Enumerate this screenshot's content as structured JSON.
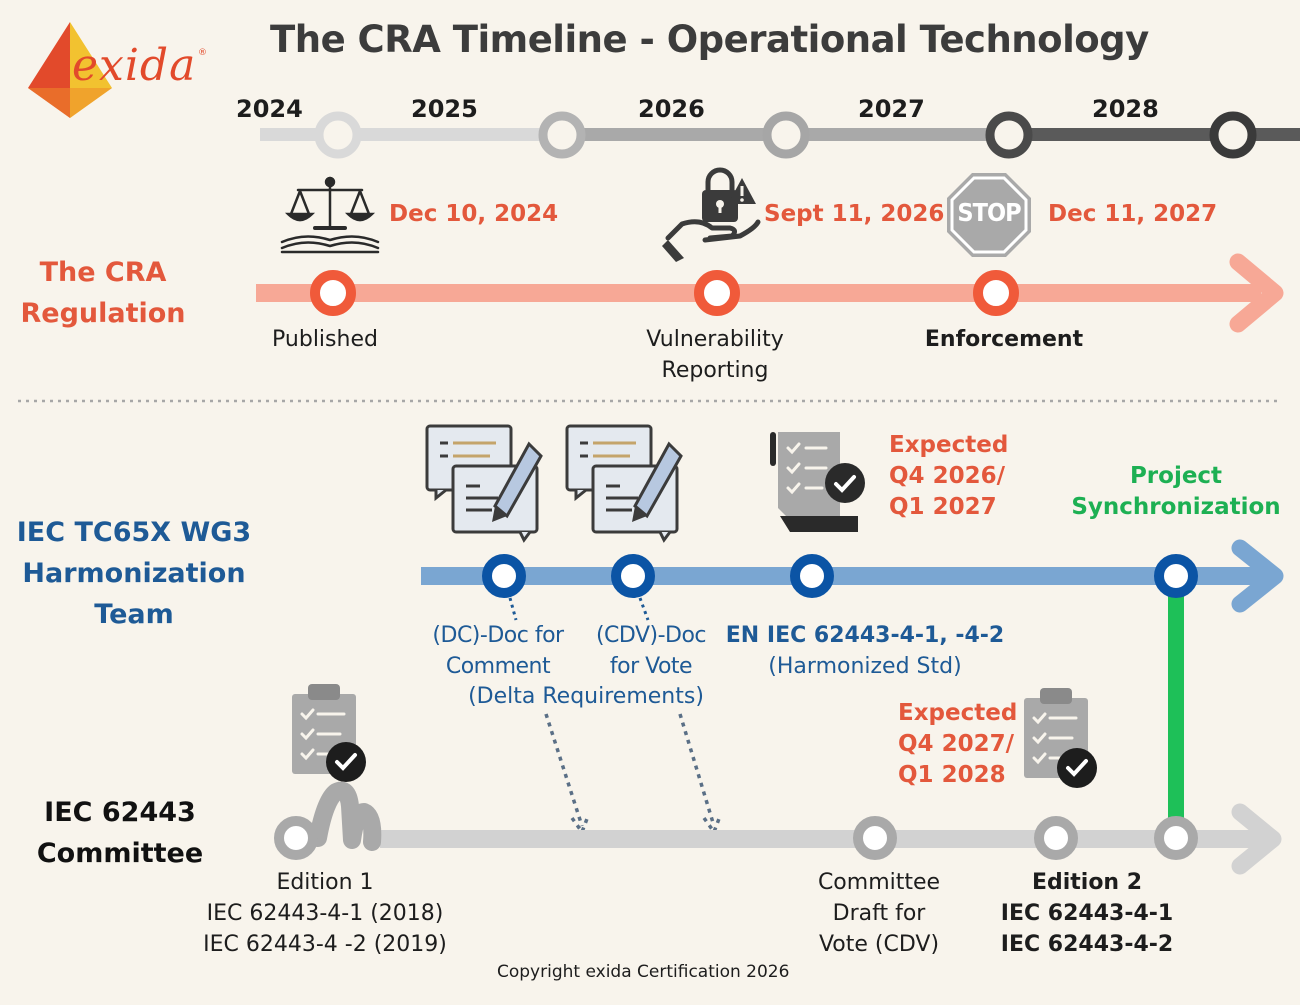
{
  "title": "The CRA Timeline - Operational Technology",
  "logo_text": "exida",
  "years": [
    "2024",
    "2025",
    "2026",
    "2027",
    "2028"
  ],
  "cra": {
    "section_line1": "The CRA",
    "section_line2": "Regulation",
    "milestones": [
      {
        "date": "Dec 10, 2024",
        "label_line1": "Published",
        "label_line2": ""
      },
      {
        "date": "Sept 11, 2026",
        "label_line1": "Vulnerability",
        "label_line2": "Reporting"
      },
      {
        "date": "Dec 11, 2027",
        "label_line1": "Enforcement",
        "label_line2": ""
      }
    ],
    "stop_sign_text": "STOP"
  },
  "iec_tc65x": {
    "section_line1": "IEC TC65X WG3",
    "section_line2": "Harmonization",
    "section_line3": "Team",
    "dc_line1": "(DC)-Doc for",
    "dc_line2": "Comment",
    "cdv_line1": "(CDV)-Doc",
    "cdv_line2": "for Vote",
    "delta": "(Delta Requirements)",
    "en_line1": "EN IEC 62443-4-1, -4-2",
    "en_line2": "(Harmonized Std)",
    "expected_line1": "Expected",
    "expected_line2": "Q4 2026/",
    "expected_line3": "Q1 2027",
    "sync_line1": "Project",
    "sync_line2": "Synchronization"
  },
  "iec_62443": {
    "section_line1": "IEC 62443",
    "section_line2": "Committee",
    "ed1_line1": "Edition 1",
    "ed1_line2": "IEC 62443-4-1 (2018)",
    "ed1_line3": "IEC 62443-4 -2 (2019)",
    "cdv_line1": "Committee",
    "cdv_line2": "Draft for",
    "cdv_line3": "Vote (CDV)",
    "expected_line1": "Expected",
    "expected_line2": "Q4 2027/",
    "expected_line3": "Q1 2028",
    "ed2_line1": "Edition 2",
    "ed2_line2": "IEC 62443-4-1",
    "ed2_line3": "IEC 62443-4-2"
  },
  "copyright": "Copyright exida Certification 2026",
  "colors": {
    "red": "#e3583c",
    "blue": "#1e5a96",
    "green": "#1db053",
    "gray": "#9a9a9a",
    "dark_gray": "#4a4a4a"
  }
}
